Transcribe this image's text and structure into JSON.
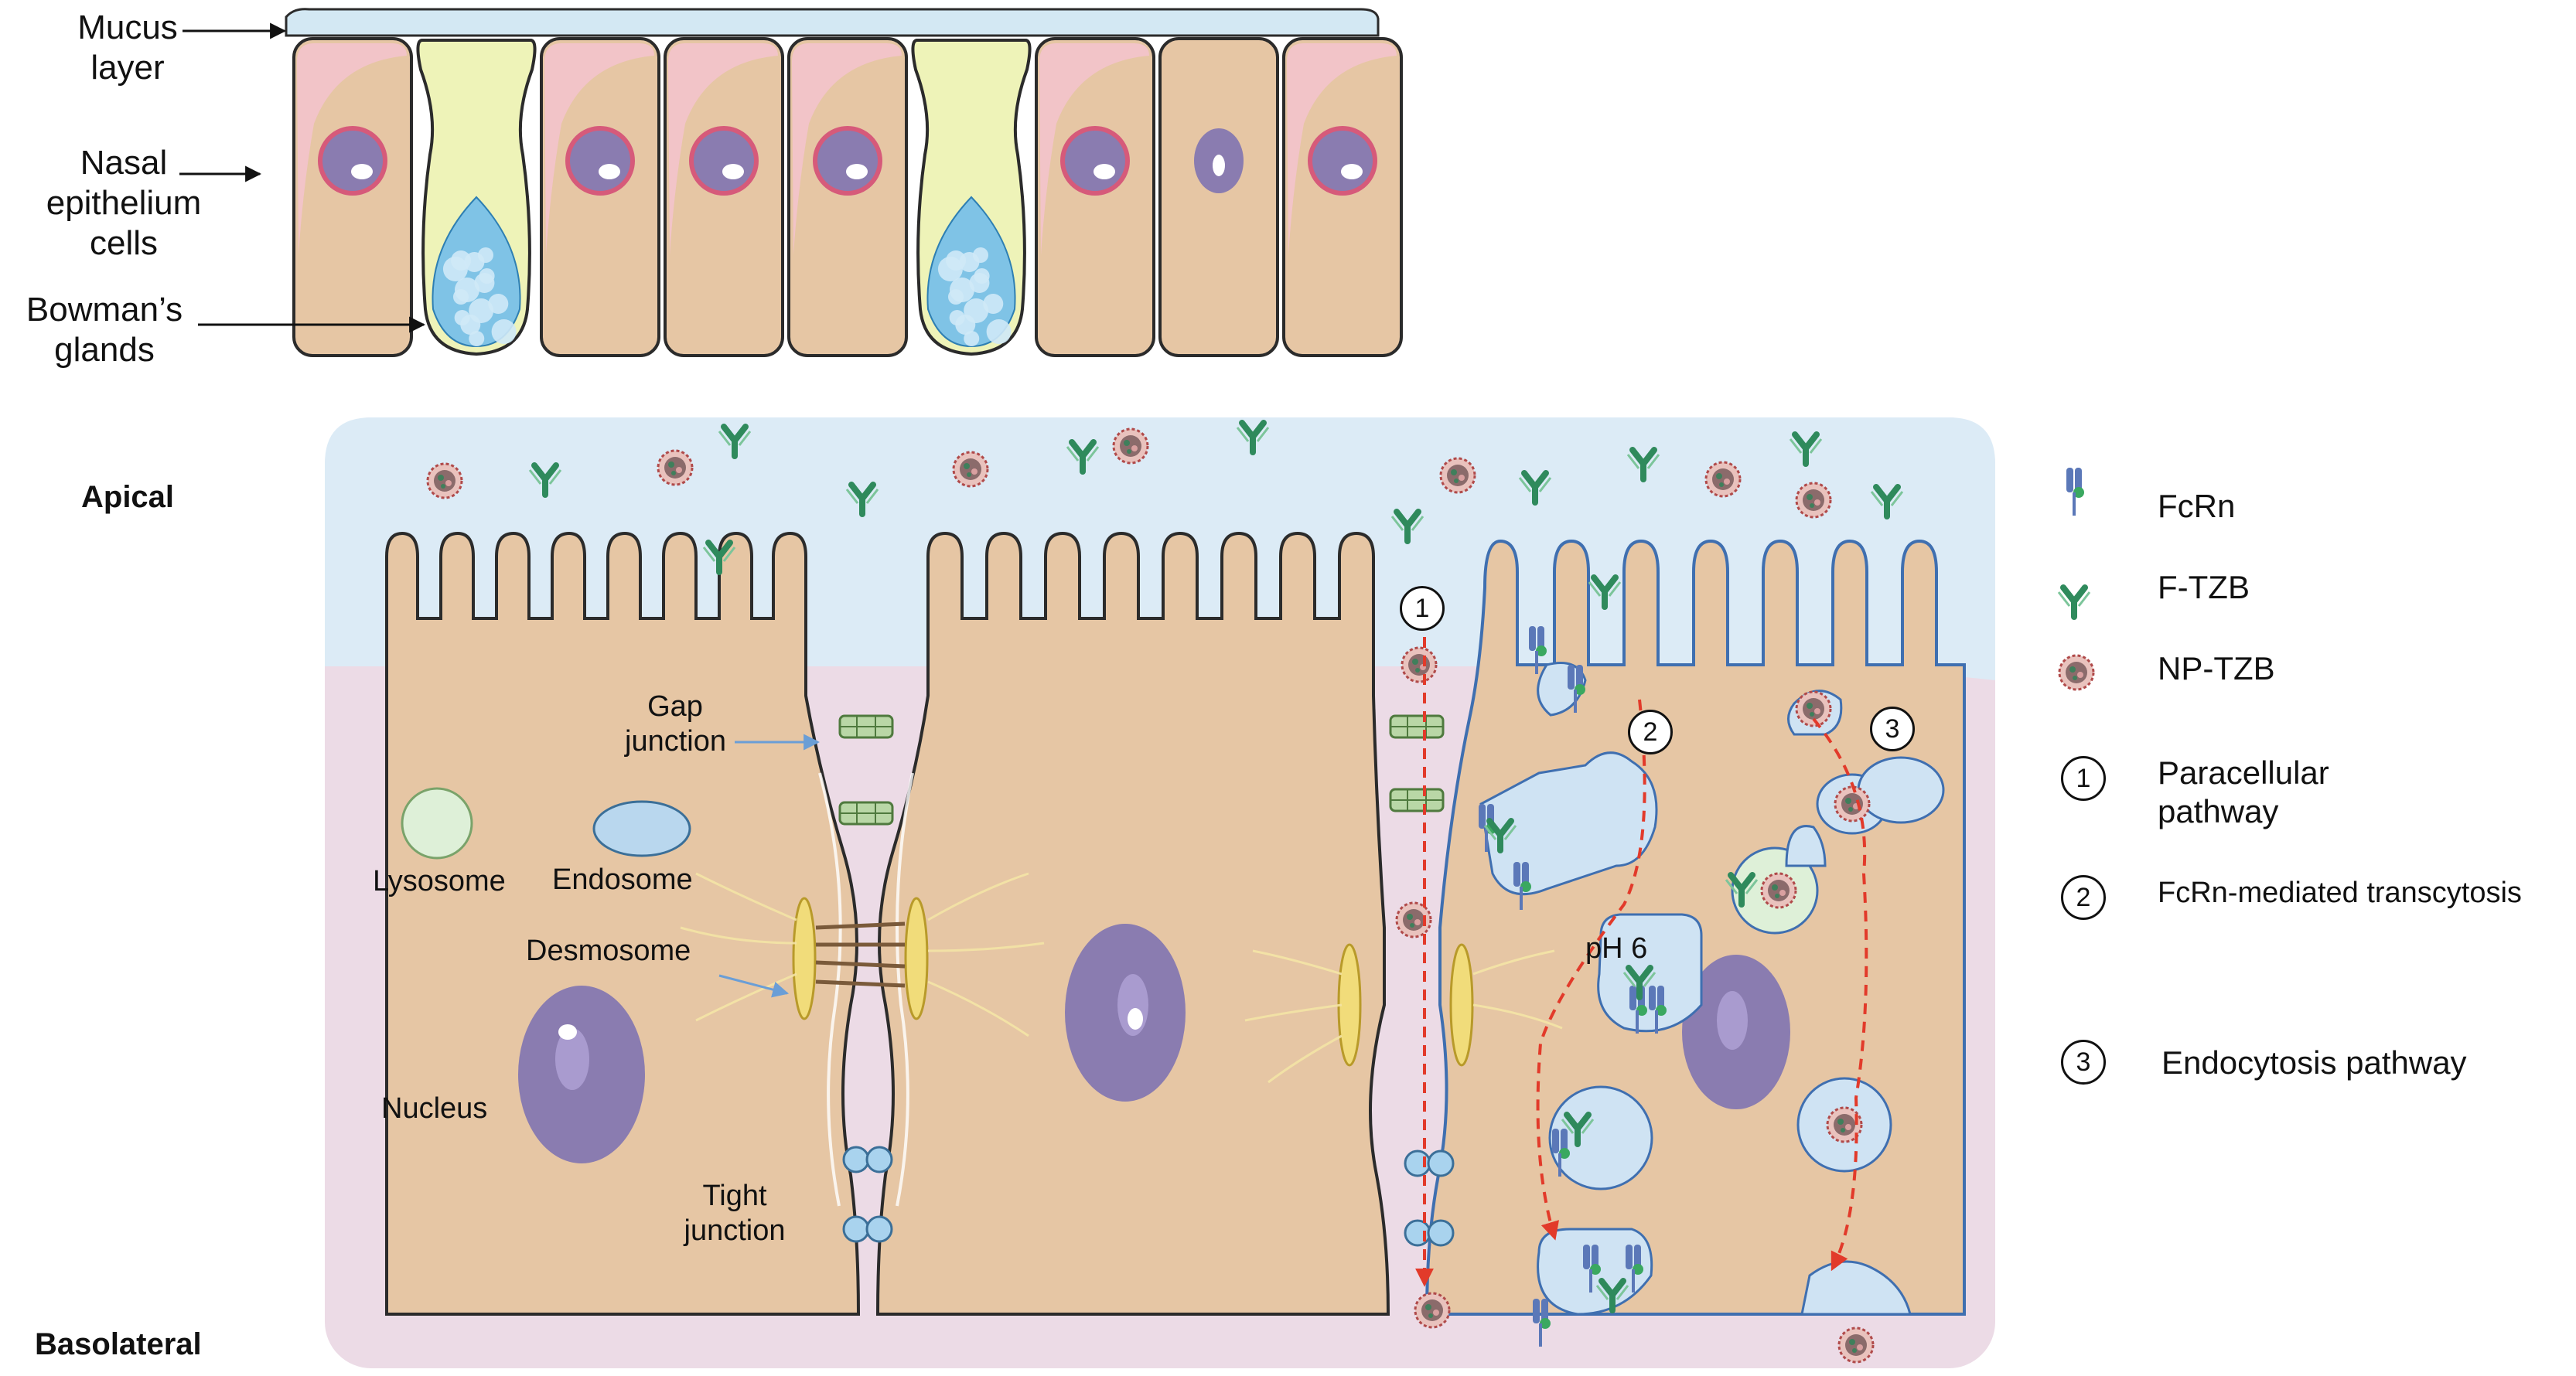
{
  "top_labels": {
    "mucus": [
      "Mucus",
      "layer"
    ],
    "nasal": [
      "Nasal",
      "epithelium",
      "cells"
    ],
    "bowman": [
      "Bowman’s",
      "glands"
    ]
  },
  "side_labels": {
    "apical": "Apical",
    "basolateral": "Basolateral"
  },
  "cell_labels": {
    "gap": [
      "Gap",
      "junction"
    ],
    "lysosome": "Lysosome",
    "endosome": "Endosome",
    "desmosome": "Desmosome",
    "nucleus": "Nucleus",
    "tight": [
      "Tight",
      "junction"
    ],
    "ph": "pH 6"
  },
  "markers": {
    "one": "1",
    "two": "2",
    "three": "3"
  },
  "legend": {
    "fcrn": "FcRn",
    "ftzb": "F-TZB",
    "nptzb": "NP-TZB",
    "paracellular": [
      "Paracellular",
      "pathway"
    ],
    "fcrn_transcytosis": "FcRn-mediated transcytosis",
    "endocytosis": "Endocytosis pathway"
  },
  "colors": {
    "cell_fill": "#e6c6a4",
    "cell_stroke": "#2b2b2b",
    "mucus": "#d3e8f3",
    "apical_bg": "#dcebf6",
    "baso_bg": "#ecdbe6",
    "nucleus": "#8a7cb0",
    "gland": "#eef3b8",
    "antibody": "#2f8a5c",
    "fcrn": "#5b78b8",
    "vesicle": "#cfe3f3",
    "lysosome": "#def0d8",
    "pathway": "#e23a2a"
  }
}
